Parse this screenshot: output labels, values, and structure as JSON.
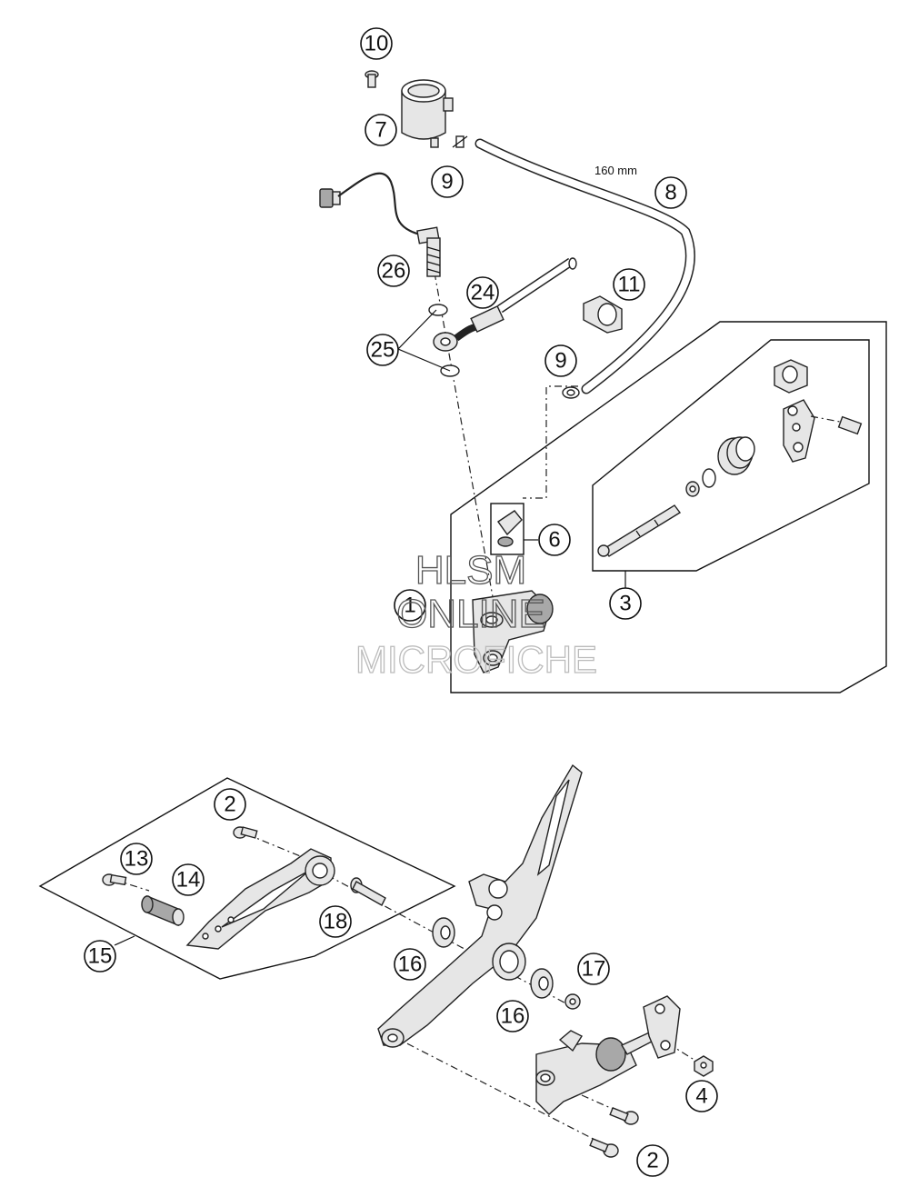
{
  "dimension_label": "160 mm",
  "watermark": [
    "HLSM",
    "ONLINE",
    "MICROFICHE"
  ],
  "callouts": [
    {
      "id": "c10",
      "label": "10"
    },
    {
      "id": "c7",
      "label": "7"
    },
    {
      "id": "c9a",
      "label": "9"
    },
    {
      "id": "c8",
      "label": "8"
    },
    {
      "id": "c26",
      "label": "26"
    },
    {
      "id": "c24",
      "label": "24"
    },
    {
      "id": "c11",
      "label": "11"
    },
    {
      "id": "c25",
      "label": "25"
    },
    {
      "id": "c9b",
      "label": "9"
    },
    {
      "id": "c6",
      "label": "6"
    },
    {
      "id": "c1",
      "label": "1"
    },
    {
      "id": "c3",
      "label": "3"
    },
    {
      "id": "c2a",
      "label": "2"
    },
    {
      "id": "c13",
      "label": "13"
    },
    {
      "id": "c14",
      "label": "14"
    },
    {
      "id": "c18",
      "label": "18"
    },
    {
      "id": "c15",
      "label": "15"
    },
    {
      "id": "c16a",
      "label": "16"
    },
    {
      "id": "c17",
      "label": "17"
    },
    {
      "id": "c16b",
      "label": "16"
    },
    {
      "id": "c4",
      "label": "4"
    },
    {
      "id": "c2b",
      "label": "2"
    }
  ]
}
